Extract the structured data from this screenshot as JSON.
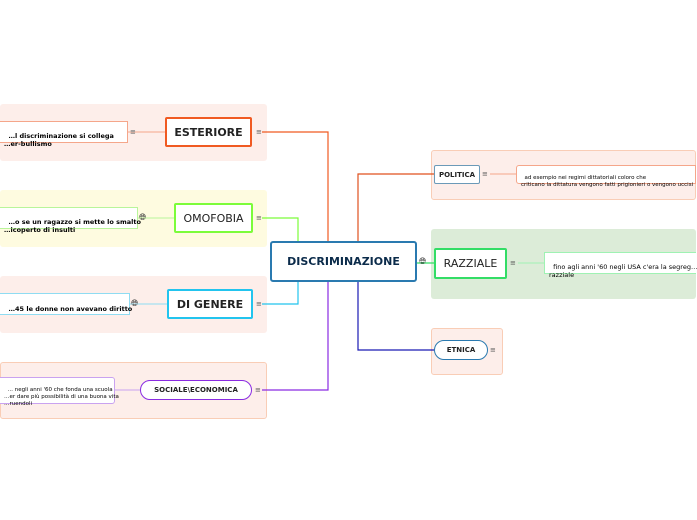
{
  "colors": {
    "central_border": "#2a7ab0",
    "central_text": "#0b2b4a",
    "esteriore": "#f05a22",
    "omofobia": "#7cfc3a",
    "di_genere": "#22c4ee",
    "sociale": "#8a2be2",
    "politica": "#e0521f",
    "razziale": "#33dd66",
    "etnica": "#1a1ab5"
  },
  "central": {
    "label": "DISCRIMINAZIONE",
    "icon": "globe-icon"
  },
  "left_topics": [
    {
      "id": "esteriore",
      "label": "ESTERIORE",
      "note": "…l discriminazione si collega\n…er-bullismo"
    },
    {
      "id": "omofobia",
      "label": "OMOFOBIA",
      "note": "…o se un ragazzo si mette lo smalto\n…icoperto di insulti"
    },
    {
      "id": "di_genere",
      "label": "DI GENERE",
      "note": "…45 le donne non avevano diritto"
    },
    {
      "id": "sociale",
      "label": "SOCIALE\\ECONOMICA",
      "note": "… negli anni '60 che fonda una scuola\n…er dare più possibilità di una buona vita\n…ruendoli"
    }
  ],
  "right_topics": [
    {
      "id": "politica",
      "label": "POLITICA",
      "note": "ad esempio nei regimi dittatoriali coloro che\ncriticano la dittatura vengono fatti prigionieri o vengono uccisi"
    },
    {
      "id": "razziale",
      "label": "RAZZIALE",
      "note": "fino agli anni '60 negli USA c'era la segreg…\nrazziale"
    },
    {
      "id": "etnica",
      "label": "ETNICA",
      "note": ""
    }
  ],
  "menu_glyph": "≡",
  "globe_glyph": "🌐︎"
}
